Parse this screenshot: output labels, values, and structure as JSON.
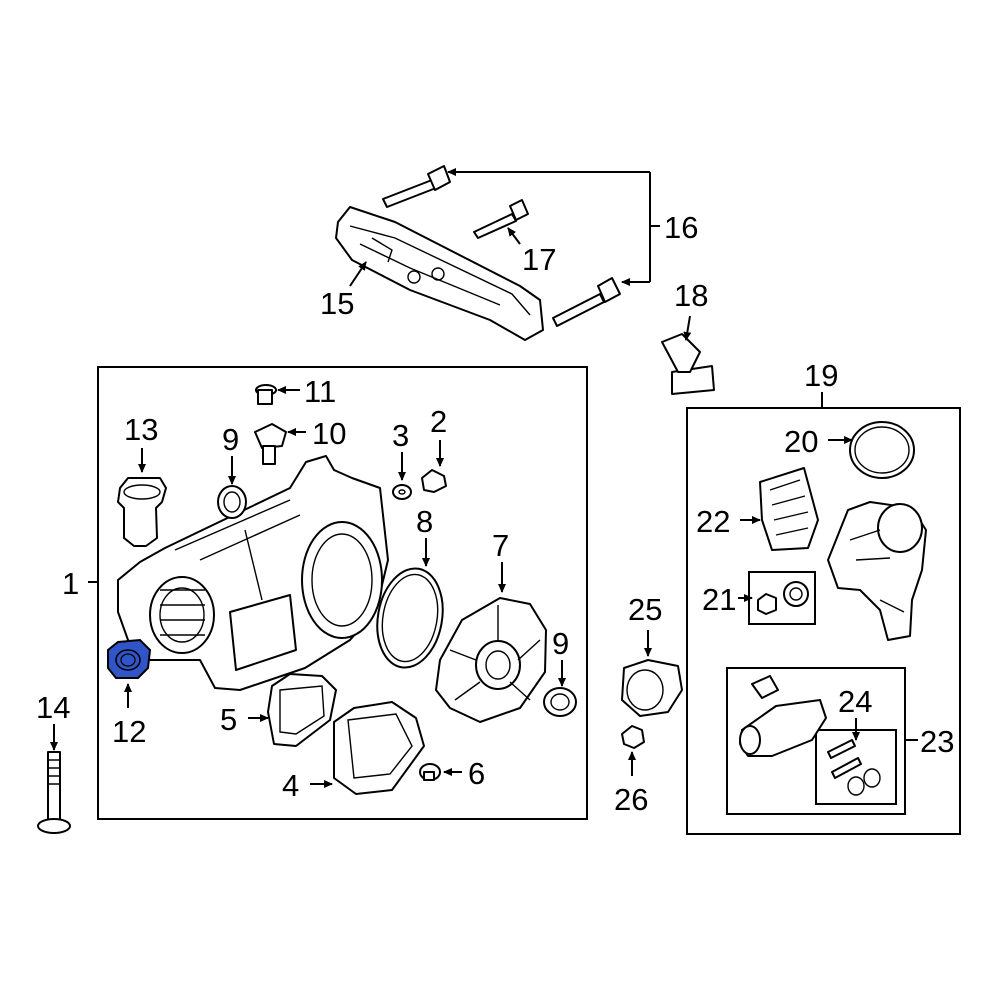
{
  "diagram": {
    "callouts": {
      "c1": "1",
      "c2": "2",
      "c3": "3",
      "c4": "4",
      "c5": "5",
      "c6": "6",
      "c7": "7",
      "c8": "8",
      "c9a": "9",
      "c9b": "9",
      "c10": "10",
      "c11": "11",
      "c12": "12",
      "c13": "13",
      "c14": "14",
      "c15": "15",
      "c16": "16",
      "c17": "17",
      "c18": "18",
      "c19": "19",
      "c20": "20",
      "c21": "21",
      "c22": "22",
      "c23": "23",
      "c24": "24",
      "c25": "25",
      "c26": "26"
    },
    "highlight_color": "#2f55c8",
    "highlighted_part": "12"
  }
}
